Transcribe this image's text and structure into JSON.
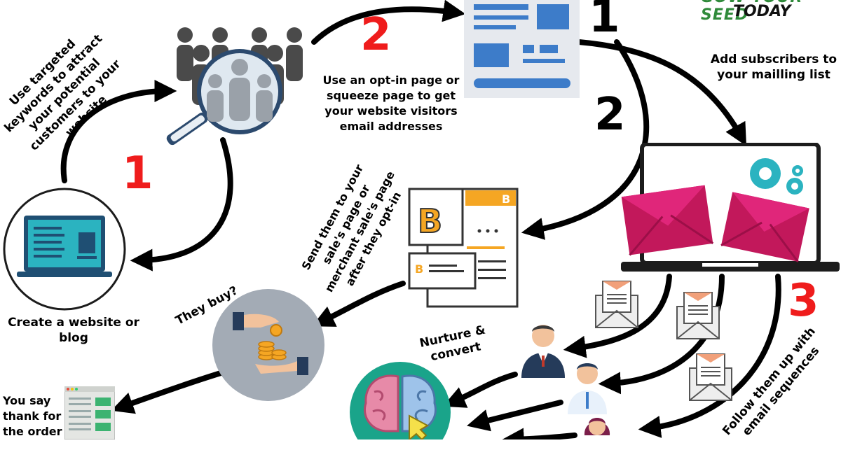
{
  "header": {
    "line1": "GOW YOUR SEED",
    "line2": "TODAY"
  },
  "numbers": {
    "red_1": "1",
    "red_2": "2",
    "red_3": "3",
    "black_1": "1",
    "black_2": "2"
  },
  "steps": {
    "keywords": "Use targeted keywords to attract your potential customers to your website",
    "website": "Create a website or blog",
    "optin": "Use an opt-in page or squeeze page to get your website visitors email addresses",
    "subscribers": "Add subscribers to your mailling list",
    "sales": "Send them to your sale's page or merchant sale's page after they opt-in",
    "buy": "They buy?",
    "thanks": "You say thank for the order",
    "nurture": "Nurture & convert",
    "follow": "Follow them up with email sequences"
  },
  "colors": {
    "red": "#ef1c1c",
    "green_text": "#2f8a3a",
    "blue": "#3d7cc9",
    "orange": "#f5a623",
    "magenta": "#c2185b",
    "teal": "#2bb3c0",
    "navy": "#253b5a"
  },
  "icons": [
    "people-search-icon",
    "landing-page-icon",
    "laptop-email-icon",
    "website-laptop-icon",
    "sales-page-icon",
    "payment-hands-icon",
    "thank-you-browser-icon",
    "brain-icon",
    "envelope-letter-icon",
    "businessman-icon"
  ]
}
